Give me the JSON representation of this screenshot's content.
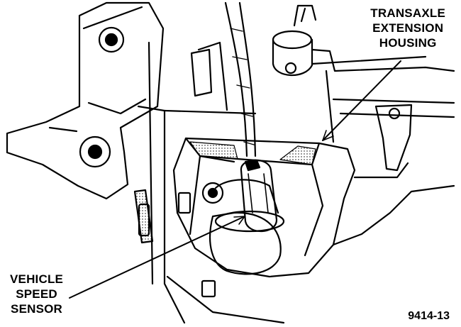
{
  "diagram": {
    "callouts": {
      "transaxle_extension_housing": [
        "TRANSAXLE",
        "EXTENSION",
        "HOUSING"
      ],
      "vehicle_speed_sensor": [
        "VEHICLE",
        "SPEED",
        "SENSOR"
      ]
    },
    "figure_number": "9414-13"
  }
}
